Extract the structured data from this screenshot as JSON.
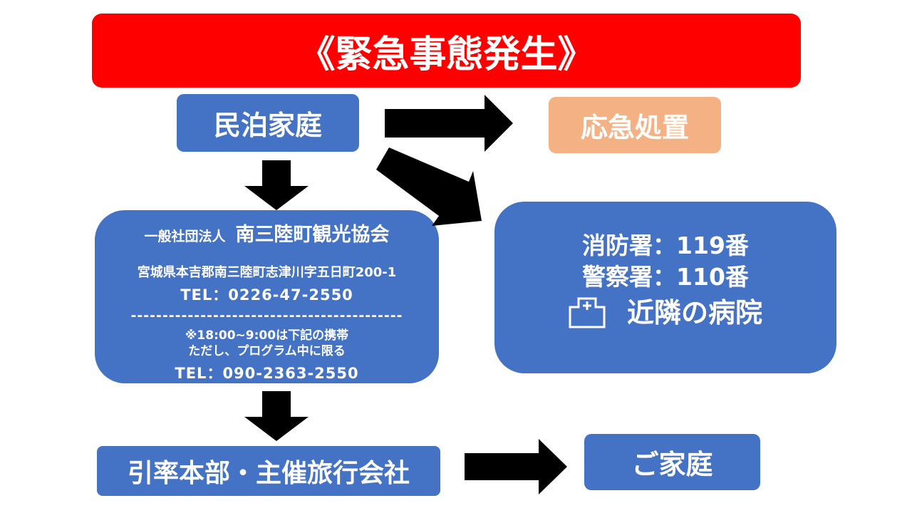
{
  "colors": {
    "title_bg": "#ff0000",
    "box_blue": "#4472c4",
    "first_aid_bg": "#f4b183",
    "arrow": "#000000",
    "text": "#ffffff"
  },
  "title": "《緊急事態発生》",
  "minpaku": {
    "label": "民泊家庭"
  },
  "first_aid": {
    "label": "応急処置"
  },
  "association": {
    "org_prefix": "一般社団法人",
    "org_name": "南三陸町観光協会",
    "address": "宮城県本吉郡南三陸町志津川字五日町200-1",
    "tel": "TEL：0226-47-2550",
    "divider": "-------------------------------------------",
    "note_line1": "※18:00~9:00は下記の携帯",
    "note_line2": "ただし、プログラム中に限る",
    "tel_mobile": "TEL：090-2363-2550"
  },
  "emergency": {
    "fire": "消防署：119番",
    "police": "警察署：110番",
    "hospital_icon": "hospital-icon",
    "hospital": "近隣の病院"
  },
  "headquarters": {
    "label": "引率本部・主催旅行会社"
  },
  "home": {
    "label": "ご家庭"
  }
}
